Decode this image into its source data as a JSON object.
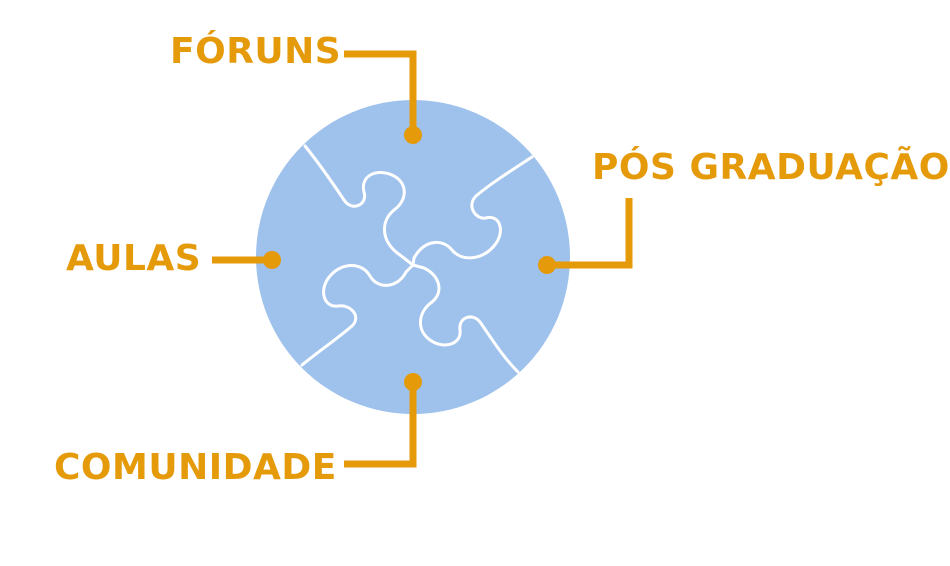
{
  "labels": {
    "foruns": "FÓRUNS",
    "pos_graduacao": "PÓS GRADUAÇÃO",
    "aulas": "AULAS",
    "comunidade": "COMUNIDADE"
  },
  "colors": {
    "accent": "#e59a0a",
    "puzzle_fill": "#9fc2ec",
    "puzzle_seam": "#ffffff",
    "background": "#ffffff"
  }
}
